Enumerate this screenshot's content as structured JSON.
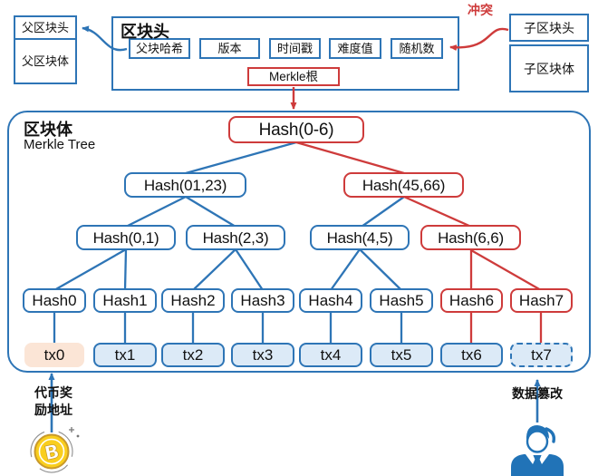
{
  "colors": {
    "blue": "#2E75B6",
    "red": "#CE3B3B",
    "tx_fill": "#DCEAF7",
    "tx0_fill": "#FBE5D6",
    "coin_yellow": "#F9CE1D"
  },
  "parent_block": {
    "header_label": "父区块头",
    "body_label": "父区块体"
  },
  "child_block": {
    "header_label": "子区块头",
    "body_label": "子区块体"
  },
  "block_header": {
    "title": "区块头",
    "fields": [
      "父块哈希",
      "版本",
      "时间戳",
      "难度值",
      "随机数"
    ],
    "merkle_root_label": "Merkle根"
  },
  "conflict_label": "冲突",
  "block_body": {
    "title": "区块体",
    "subtitle": "Merkle Tree"
  },
  "merkle_tree": {
    "root": "Hash(0-6)",
    "level2": [
      "Hash(01,23)",
      "Hash(45,66)"
    ],
    "level3": [
      "Hash(0,1)",
      "Hash(2,3)",
      "Hash(4,5)",
      "Hash(6,6)"
    ],
    "leaf_hashes": [
      "Hash0",
      "Hash1",
      "Hash2",
      "Hash3",
      "Hash4",
      "Hash5",
      "Hash6",
      "Hash7"
    ],
    "transactions": [
      "tx0",
      "tx1",
      "tx2",
      "tx3",
      "tx4",
      "tx5",
      "tx6",
      "tx7"
    ]
  },
  "annotations": {
    "coinbase": "代币奖励地址",
    "tamper": "数据篡改"
  },
  "icons": {
    "bitcoin": "bitcoin-coin-icon",
    "bitcoin_symbol": "B",
    "hacker": "hacker-person-icon"
  }
}
